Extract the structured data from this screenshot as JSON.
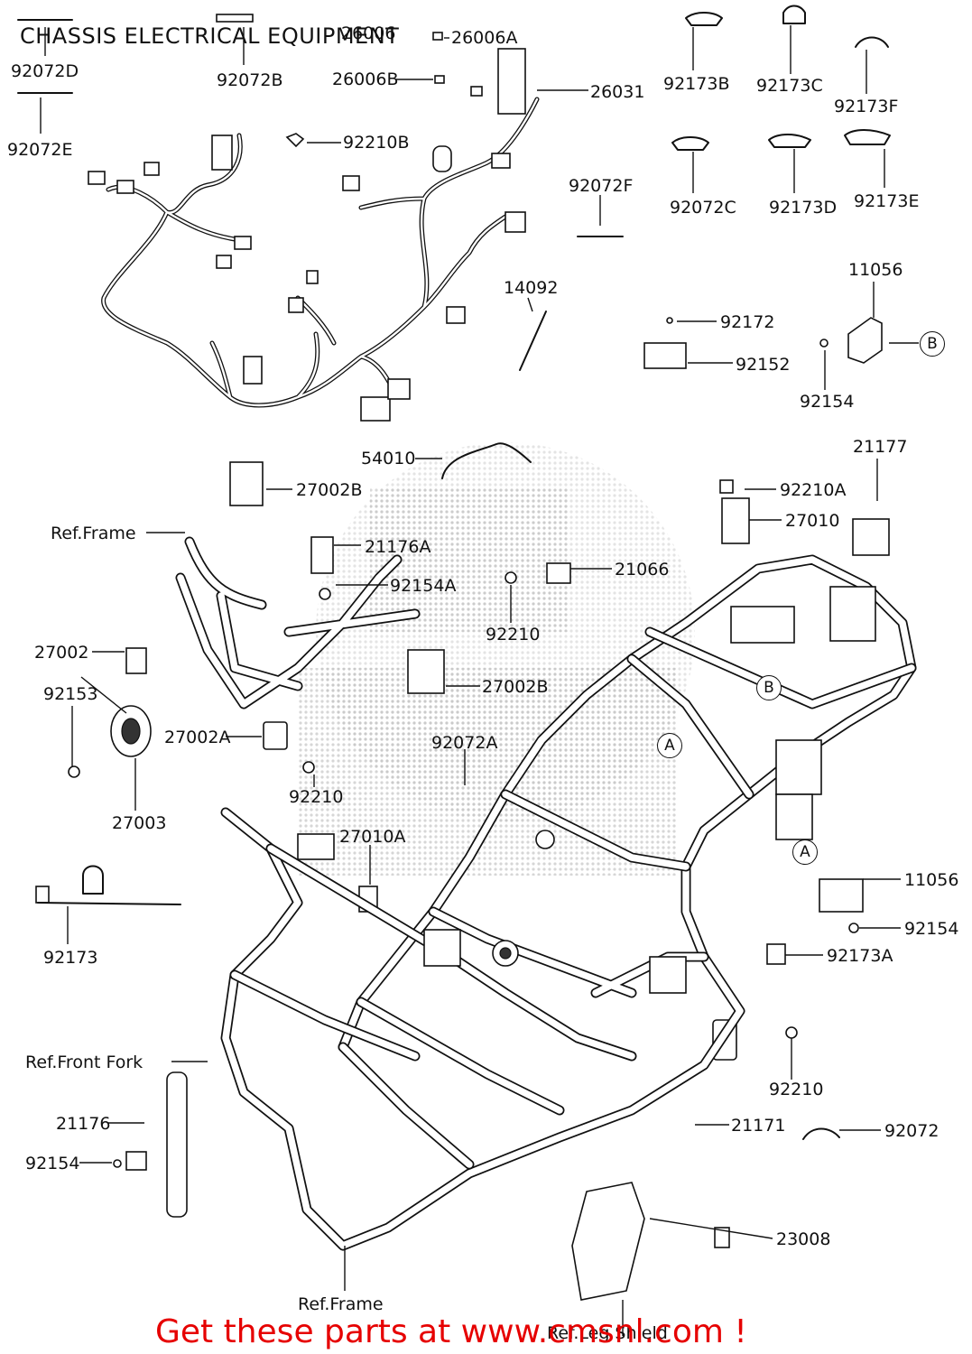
{
  "title": "CHASSIS ELECTRICAL EQUIPMENT",
  "banner": "Get these parts at www.cmsnl.com !",
  "labels": {
    "p92072D": "92072D",
    "p92072B": "92072B",
    "p26006": "26006",
    "p26006A": "26006A",
    "p26006B": "26006B",
    "p26031": "26031",
    "p92072E": "92072E",
    "p92210B": "92210B",
    "p92173B": "92173B",
    "p92173C": "92173C",
    "p92173F": "92173F",
    "p92072C": "92072C",
    "p92173D": "92173D",
    "p92173E": "92173E",
    "p92072F": "92072F",
    "p14092": "14092",
    "p11056_top": "11056",
    "p92172": "92172",
    "p92152": "92152",
    "p92154_top": "92154",
    "p54010": "54010",
    "p21177": "21177",
    "p27002B_top": "27002B",
    "p92210A": "92210A",
    "p27010": "27010",
    "ref_frame_top": "Ref.Frame",
    "p21176A": "21176A",
    "p92154A": "92154A",
    "p21066": "21066",
    "p92210_mid": "92210",
    "p27002": "27002",
    "p27002B_mid": "27002B",
    "p92153": "92153",
    "p27002A": "27002A",
    "p92072A": "92072A",
    "p92210_left": "92210",
    "p27003": "27003",
    "p27010A": "27010A",
    "p11056_mid": "11056",
    "p92154_mid": "92154",
    "p92173": "92173",
    "p92173A": "92173A",
    "ref_front_fork": "Ref.Front Fork",
    "p92210_low": "92210",
    "p21176": "21176",
    "p21171": "21171",
    "p92072": "92072",
    "p92154_low": "92154",
    "p23008": "23008",
    "ref_frame_bottom": "Ref.Frame",
    "ref_leg_shield": "Ref.Leg Shield"
  },
  "markers": {
    "B_top": "B",
    "B_frame": "B",
    "A_right": "A",
    "A_frame": "A"
  }
}
